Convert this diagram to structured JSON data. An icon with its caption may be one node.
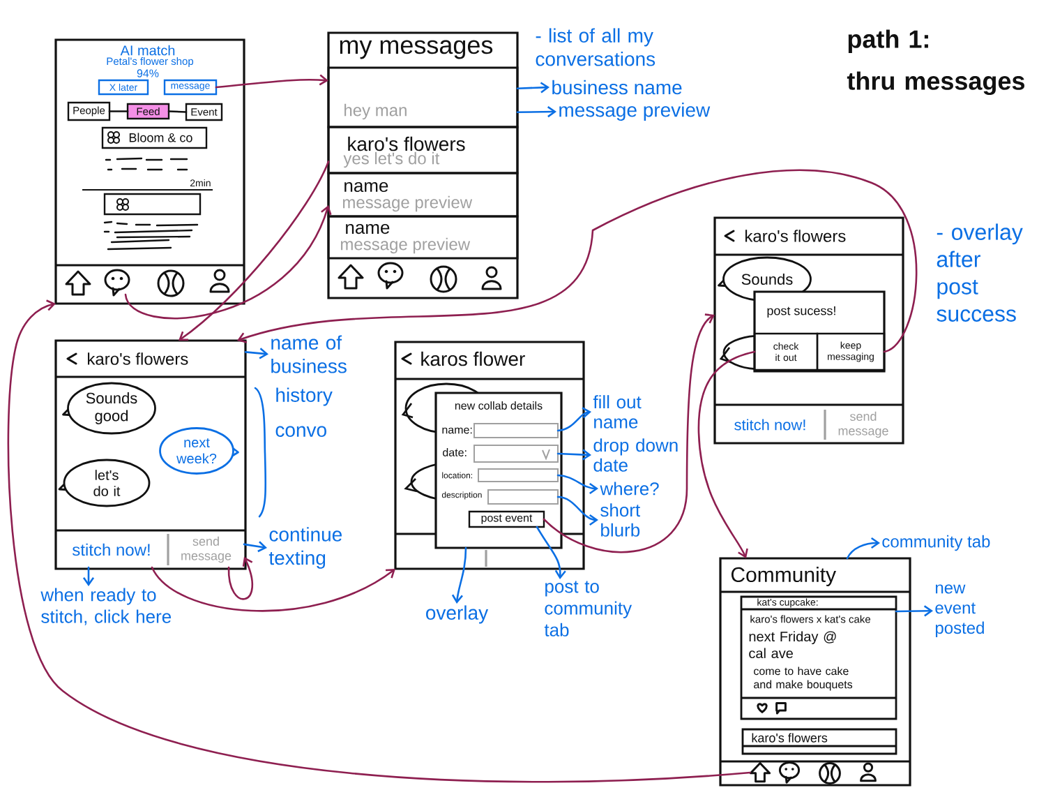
{
  "diagram": {
    "title": "path 1: thru messages",
    "nodes": [
      {
        "text": [
          "AI match",
          "Petal's flower shop",
          "94%",
          "2min"
        ]
      },
      {
        "text": [
          "X later"
        ],
        "in": 0
      },
      {
        "text": [
          "message"
        ],
        "in": 0
      },
      {
        "text": [
          "People"
        ],
        "in": 0
      },
      {
        "text": [
          "Feed"
        ],
        "in": 0
      },
      {
        "text": [
          "Event"
        ],
        "in": 0
      },
      {
        "text": [
          "Bloom & co"
        ],
        "in": 0
      },
      {
        "text": [],
        "shape": "box",
        "in": 0
      },
      {
        "text": [],
        "shape": "picture",
        "in": 0
      },
      {
        "text": [
          "my messages"
        ]
      },
      {
        "text": [
          "hey man"
        ],
        "in": 9
      },
      {
        "text": [
          "karo's flowers",
          "yes let's do it"
        ],
        "in": 9
      },
      {
        "text": [
          "name",
          "message preview"
        ],
        "in": 9
      },
      {
        "text": [
          "name",
          "message preview"
        ],
        "in": 9
      },
      {
        "text": [
          "karo's flowers"
        ]
      },
      {
        "text": [
          "Sounds good"
        ],
        "in": 14
      },
      {
        "text": [
          "next week?"
        ],
        "in": 14
      },
      {
        "text": [
          "let's do it"
        ],
        "in": 14
      },
      {
        "text": [
          "stitch now!"
        ],
        "in": 14
      },
      {
        "text": [
          "send message"
        ],
        "in": 14
      },
      {
        "text": [
          "karos flower"
        ]
      },
      {
        "text": [
          "new collab details"
        ],
        "in": 20
      },
      {
        "text": [
          "name:"
        ],
        "in": 21
      },
      {
        "text": [
          "date:"
        ],
        "in": 21
      },
      {
        "text": [
          "location:"
        ],
        "in": 21
      },
      {
        "text": [
          "description"
        ],
        "in": 21
      },
      {
        "text": [
          "post event"
        ],
        "in": 21
      },
      {
        "text": [
          "karo's flowers"
        ]
      },
      {
        "text": [
          "Sounds"
        ],
        "in": 27
      },
      {
        "text": [
          "post sucess!"
        ],
        "in": 27
      },
      {
        "text": [
          "check it out"
        ],
        "in": 29
      },
      {
        "text": [
          "keep messaging"
        ],
        "in": 29
      },
      {
        "text": [
          "stitch now!"
        ],
        "in": 27
      },
      {
        "text": [
          "send message"
        ],
        "in": 27
      },
      {
        "text": [
          "Community"
        ]
      },
      {
        "text": [
          "kat's cupcake:",
          "karo's flowers x kat's cake",
          "next Friday @ cal ave",
          "come to have cake and make bouquets"
        ],
        "in": 34
      },
      {
        "text": [
          "karo's flowers"
        ],
        "in": 34
      },
      {
        "text": [],
        "shape": "picture",
        "in": 34
      },
      {
        "text": [
          "business name"
        ]
      },
      {
        "text": [
          "message preview"
        ]
      },
      {
        "text": [
          "name of business"
        ]
      },
      {
        "text": [
          "continue texting"
        ]
      },
      {
        "text": [
          "when ready to stitch, click here"
        ]
      },
      {
        "text": [
          "fill out name"
        ]
      },
      {
        "text": [
          "drop down date"
        ]
      },
      {
        "text": [
          "where?"
        ]
      },
      {
        "text": [
          "short blurb"
        ]
      },
      {
        "text": [
          "overlay"
        ]
      },
      {
        "text": [
          "post to community tab"
        ]
      },
      {
        "text": [
          "community tab"
        ]
      },
      {
        "text": [
          "new event posted"
        ]
      }
    ],
    "edges": [
      {
        "from": 2,
        "to": 9,
        "arrow": "to",
        "color": "#8e1f50"
      },
      {
        "from": 8,
        "to": 9,
        "arrow": "to",
        "color": "#8e1f50"
      },
      {
        "from": 11,
        "to": 14,
        "arrow": "to",
        "color": "#8e1f50"
      },
      {
        "from": 31,
        "to": 14,
        "arrow": "to",
        "color": "#8e1f50"
      },
      {
        "from": 18,
        "to": 20,
        "arrow": "to",
        "color": "#8e1f50"
      },
      {
        "from": 19,
        "to": 19,
        "arrow": "to",
        "color": "#8e1f50"
      },
      {
        "from": 26,
        "to": 27,
        "arrow": "to",
        "color": "#8e1f50"
      },
      {
        "from": 30,
        "to": 34,
        "arrow": "to",
        "color": "#8e1f50"
      },
      {
        "from": 37,
        "to": 0,
        "arrow": "to",
        "color": "#8e1f50"
      },
      {
        "from": 3,
        "to": 4,
        "arrow": "none",
        "color": "#111111"
      },
      {
        "from": 4,
        "to": 5,
        "arrow": "none",
        "color": "#111111"
      },
      {
        "from": 10,
        "to": 38,
        "arrow": "to"
      },
      {
        "from": 10,
        "to": 39,
        "arrow": "to"
      },
      {
        "from": 14,
        "to": 40,
        "arrow": "to"
      },
      {
        "from": 19,
        "to": 41,
        "arrow": "to"
      },
      {
        "from": 18,
        "to": 42,
        "arrow": "to"
      },
      {
        "from": 22,
        "to": 43,
        "arrow": "to"
      },
      {
        "from": 23,
        "to": 44,
        "arrow": "to"
      },
      {
        "from": 24,
        "to": 45,
        "arrow": "to"
      },
      {
        "from": 25,
        "to": 46,
        "arrow": "to"
      },
      {
        "from": 21,
        "to": 47,
        "arrow": "to"
      },
      {
        "from": 26,
        "to": 48,
        "arrow": "to"
      },
      {
        "from": 34,
        "to": 49,
        "arrow": "to"
      },
      {
        "from": 35,
        "to": 50,
        "arrow": "to"
      }
    ],
    "labels": [
      "- list of all my conversations",
      "history convo",
      "- overlay after post success"
    ]
  }
}
